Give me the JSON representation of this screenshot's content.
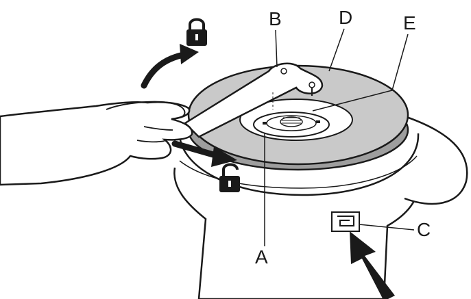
{
  "callouts": {
    "a": "A",
    "b": "B",
    "c": "C",
    "d": "D",
    "e": "E"
  },
  "icons": {
    "lock_top": "lock-icon",
    "lock_bottom": "unlock-icon",
    "direction_arrow_top": "curved-arrow-icon",
    "direction_arrow_bottom": "straight-arrow-icon",
    "press_arrow": "press-arrow-icon"
  },
  "colors": {
    "disc": "#c9c9c9",
    "line": "#1a1a1a",
    "skin": "#ffffff"
  }
}
